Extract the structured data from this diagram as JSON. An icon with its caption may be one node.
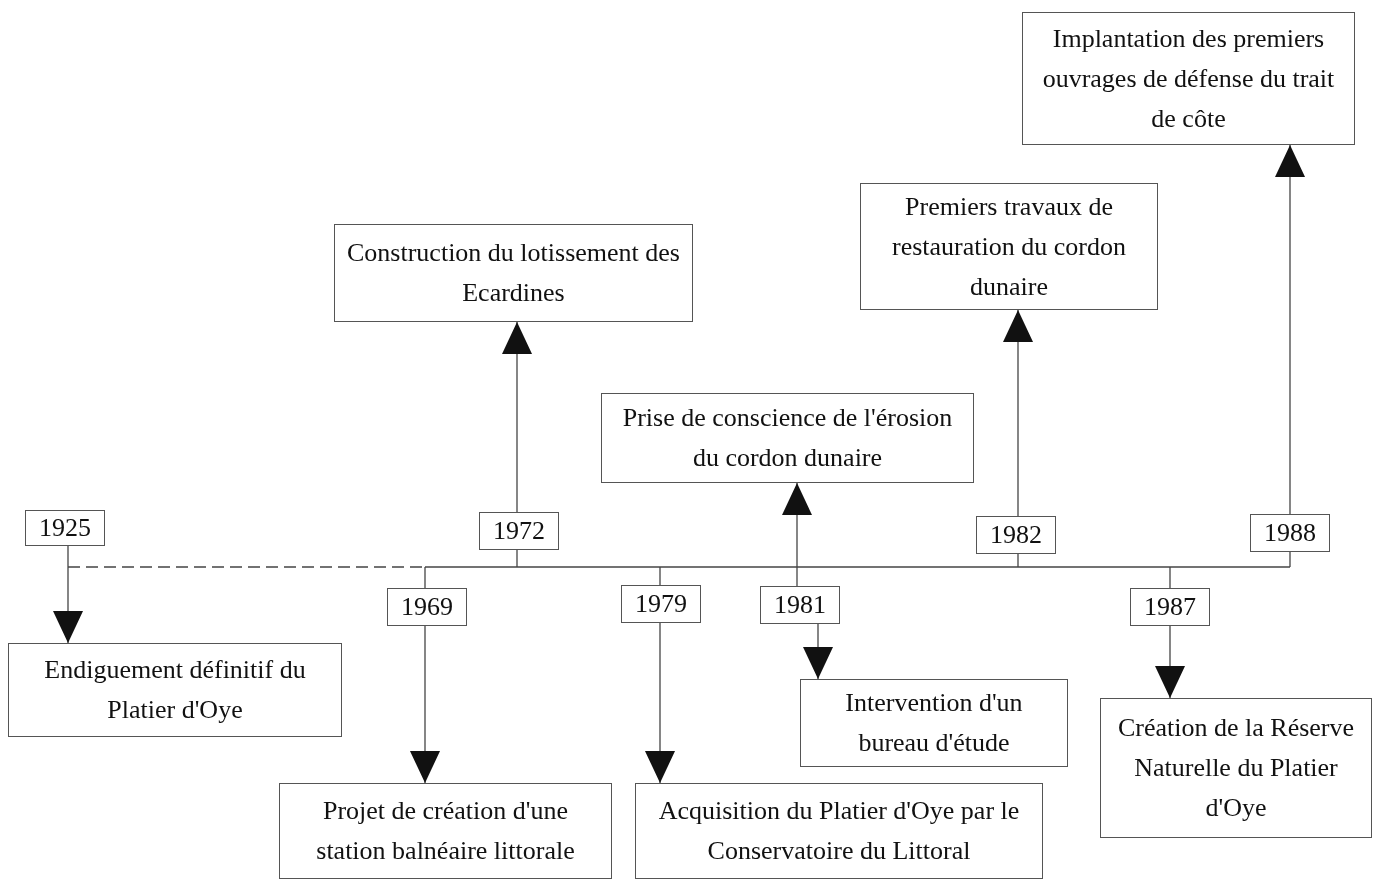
{
  "diagram": {
    "nodes": [
      {
        "text": [
          "1925"
        ]
      },
      {
        "text": [
          "Endiguement définitif du Platier d'Oye"
        ]
      },
      {
        "text": [
          "1969"
        ]
      },
      {
        "text": [
          "Projet de création d'une station balnéaire littorale"
        ]
      },
      {
        "text": [
          "1972"
        ]
      },
      {
        "text": [
          "Construction du lotissement des Ecardines"
        ]
      },
      {
        "text": [
          "1979"
        ]
      },
      {
        "text": [
          "Acquisition du Platier d'Oye par le Conservatoire du Littoral"
        ]
      },
      {
        "text": [
          "1981"
        ]
      },
      {
        "text": [
          "Prise de conscience de l'érosion du cordon dunaire"
        ]
      },
      {
        "text": [
          "Intervention d'un bureau d'étude"
        ]
      },
      {
        "text": [
          "1982"
        ]
      },
      {
        "text": [
          "Premiers travaux de restauration du cordon dunaire"
        ]
      },
      {
        "text": [
          "1987"
        ]
      },
      {
        "text": [
          "Création de la Réserve Naturelle du Platier d'Oye"
        ]
      },
      {
        "text": [
          "1988"
        ]
      },
      {
        "text": [
          "Implantation des premiers ouvrages de défense du trait de côte"
        ]
      }
    ],
    "edges": [
      {
        "from": 0,
        "to": 1,
        "arrow": "to"
      },
      {
        "from": 2,
        "to": 3,
        "arrow": "to"
      },
      {
        "from": 4,
        "to": 5,
        "arrow": "to"
      },
      {
        "from": 6,
        "to": 7,
        "arrow": "to"
      },
      {
        "from": 8,
        "to": 9,
        "arrow": "to"
      },
      {
        "from": 8,
        "to": 10,
        "arrow": "to"
      },
      {
        "from": 11,
        "to": 12,
        "arrow": "to"
      },
      {
        "from": 13,
        "to": 14,
        "arrow": "to"
      },
      {
        "from": 15,
        "to": 16,
        "arrow": "to"
      }
    ]
  }
}
